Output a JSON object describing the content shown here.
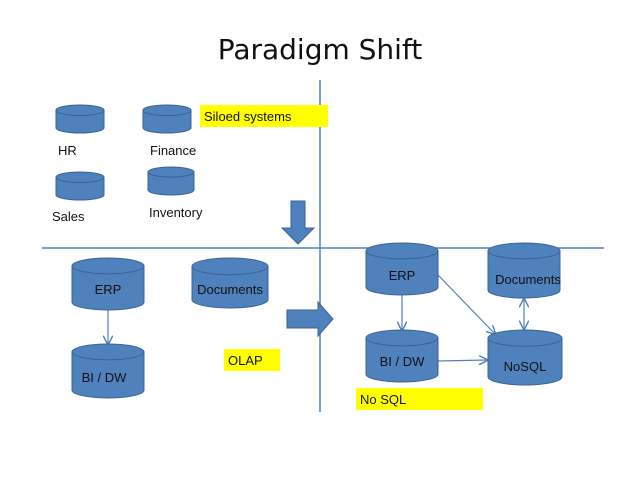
{
  "title": "Paradigm Shift",
  "colors": {
    "cylinder": "#4f81bd",
    "cylinder_stroke": "#3a6494",
    "line": "#4f81bd",
    "highlight": "#ffff00"
  },
  "quadrant_top_left": {
    "highlight": "Siloed systems",
    "systems": [
      {
        "label": "HR"
      },
      {
        "label": "Finance"
      },
      {
        "label": "Sales"
      },
      {
        "label": "Inventory"
      }
    ]
  },
  "quadrant_bottom_left": {
    "highlight": "OLAP",
    "nodes": [
      {
        "label": "ERP"
      },
      {
        "label": "Documents"
      },
      {
        "label": "BI / DW"
      }
    ],
    "edges": [
      {
        "from": "ERP",
        "to": "BI / DW"
      }
    ]
  },
  "quadrant_bottom_right": {
    "highlight": "No SQL",
    "nodes": [
      {
        "label": "ERP"
      },
      {
        "label": "Documents"
      },
      {
        "label": "BI / DW"
      },
      {
        "label": "NoSQL"
      }
    ],
    "edges": [
      {
        "from": "ERP",
        "to": "BI / DW"
      },
      {
        "from": "ERP",
        "to": "NoSQL"
      },
      {
        "from": "BI / DW",
        "to": "NoSQL"
      },
      {
        "from": "Documents",
        "to": "NoSQL",
        "bidirectional": true
      }
    ]
  }
}
